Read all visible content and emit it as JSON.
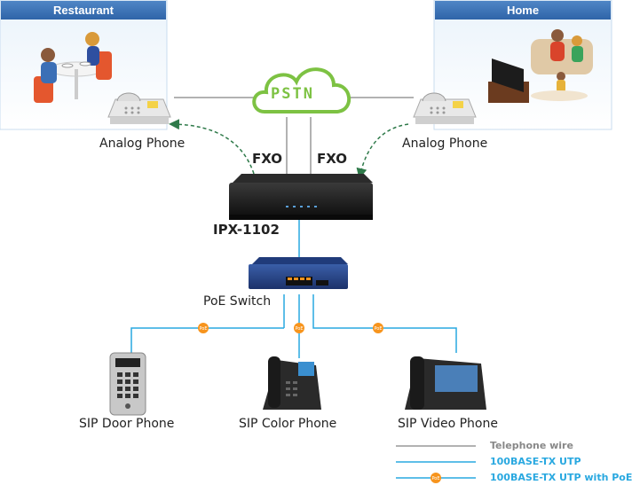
{
  "panels": {
    "restaurant": "Restaurant",
    "home": "Home"
  },
  "cloud": {
    "label": "PSTN"
  },
  "labels": {
    "analog_phone_left": "Analog Phone",
    "analog_phone_right": "Analog Phone",
    "fxo_left": "FXO",
    "fxo_right": "FXO",
    "device": "IPX-1102",
    "switch": "PoE Switch",
    "sip_door": "SIP Door Phone",
    "sip_color": "SIP Color Phone",
    "sip_video": "SIP Video Phone",
    "poe_badge": "PoE"
  },
  "legend": {
    "telephone_wire": "Telephone wire",
    "utp": "100BASE-TX UTP",
    "utp_poe": "100BASE-TX UTP with PoE"
  },
  "colors": {
    "telephone_wire": "#999999",
    "utp": "#29a8e0",
    "poe": "#f7941d",
    "panel": "#dcebf8",
    "cloud_outline": "#7dc243",
    "arrow": "#2f7a4a"
  },
  "icons": [
    "restaurant-scene",
    "home-scene",
    "analog-phone-icon",
    "pstn-cloud-icon",
    "ipx-device-icon",
    "poe-switch-icon",
    "door-phone-icon",
    "color-phone-icon",
    "video-phone-icon"
  ]
}
